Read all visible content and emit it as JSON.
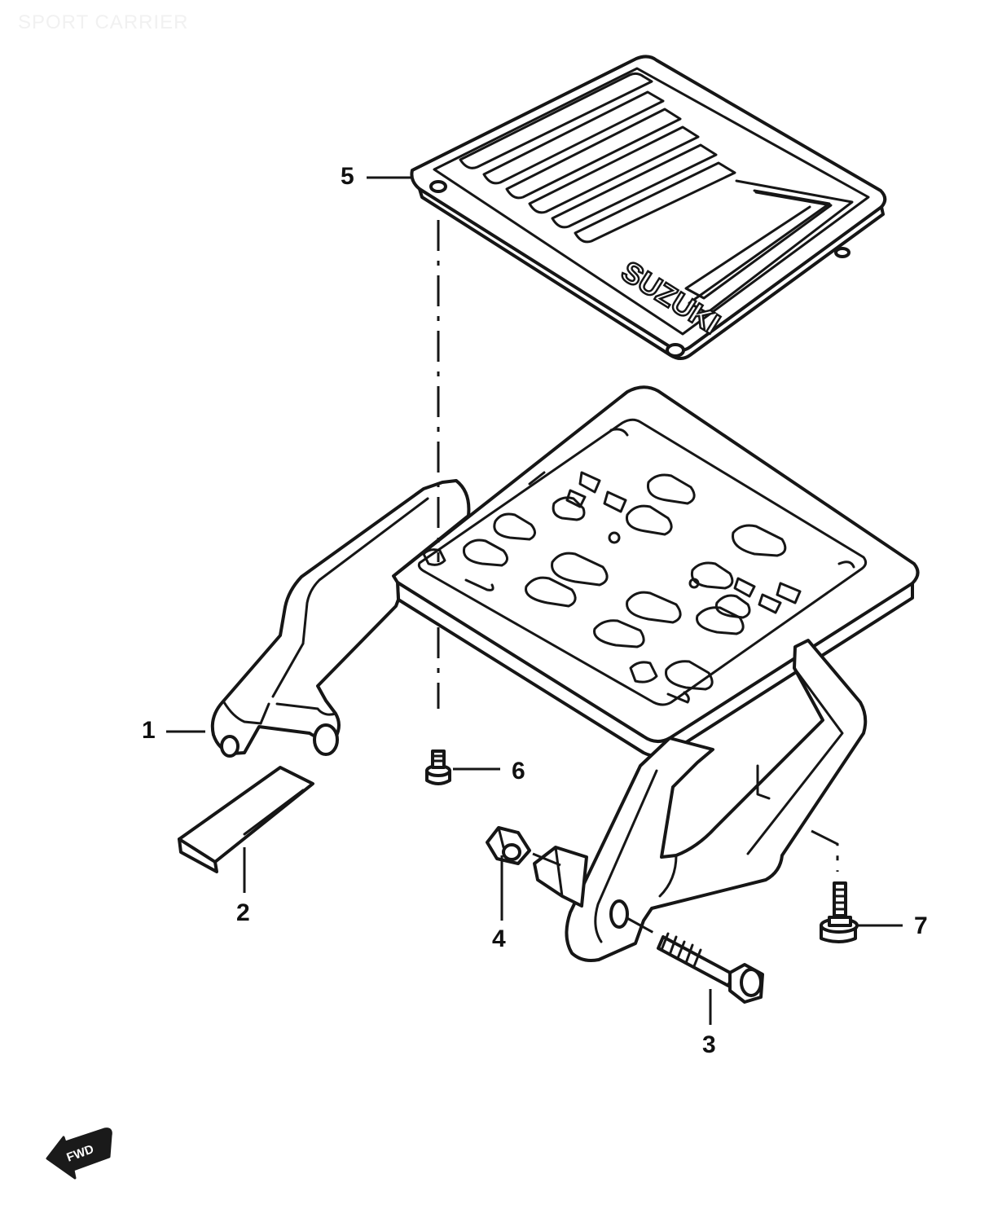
{
  "watermark": "SPORT CARRIER",
  "brand_mark": "SUZUKI",
  "front_arrow_text": "FWD",
  "parts": [
    {
      "number": "1",
      "icon": "carrier-frame-icon"
    },
    {
      "number": "2",
      "icon": "cushion-pad-icon"
    },
    {
      "number": "3",
      "icon": "bolt-icon"
    },
    {
      "number": "4",
      "icon": "nut-icon"
    },
    {
      "number": "5",
      "icon": "carrier-plate-icon"
    },
    {
      "number": "6",
      "icon": "screw-icon"
    },
    {
      "number": "7",
      "icon": "bolt-icon"
    }
  ]
}
